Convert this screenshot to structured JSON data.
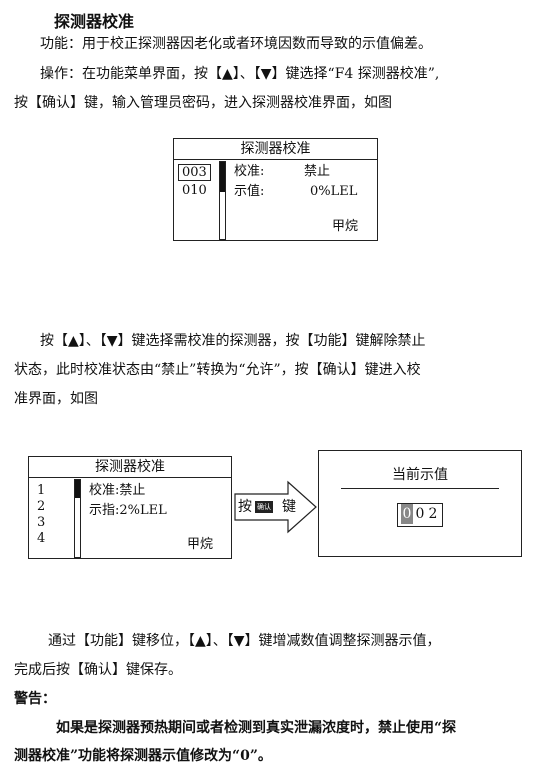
{
  "section": {
    "title": "探测器校准",
    "func_line": "功能：用于校正探测器因老化或者环境因数而导致的示值偏差。",
    "op_line1": "操作：在功能菜单界面，按【▲】、【▼】键选择“F4 探测器校准”,",
    "op_line2": "按【确认】键，输入管理员密码，进入探测器校准界面，如图"
  },
  "screen1": {
    "header": "探测器校准",
    "ids": [
      "003",
      "010"
    ],
    "status_label": "校准:",
    "status_value": "禁止",
    "value_label": "示值:",
    "value_value": "0%LEL",
    "gas": "甲烷"
  },
  "para2": {
    "line1": "按【▲】、【▼】键选择需校准的探测器，按【功能】键解除禁止",
    "line2": "状态，此时校准状态由“禁止”转换为“允许”，按【确认】键进入校",
    "line3": "准界面，如图"
  },
  "screen2": {
    "header": "探测器校准",
    "ids": [
      "1",
      "2",
      "3",
      "4"
    ],
    "status_line": "校准:禁止",
    "value_line": "示指:2%LEL",
    "gas": "甲烷"
  },
  "arrow": {
    "prefix": "按",
    "key": "确认",
    "suffix": "键"
  },
  "screen3": {
    "header": "当前示值",
    "digits": [
      "0",
      "0",
      "2"
    ]
  },
  "para3": {
    "line1": "通过【功能】键移位，【▲】、【▼】键增减数值调整探测器示值，",
    "line2": "完成后按【确认】键保存。"
  },
  "warning": {
    "label": "警告：",
    "line1": "如果是探测器预热期间或者检测到真实泄漏浓度时，禁止使用“探",
    "line2": "测器校准”功能将探测器示值修改为“0”。"
  }
}
